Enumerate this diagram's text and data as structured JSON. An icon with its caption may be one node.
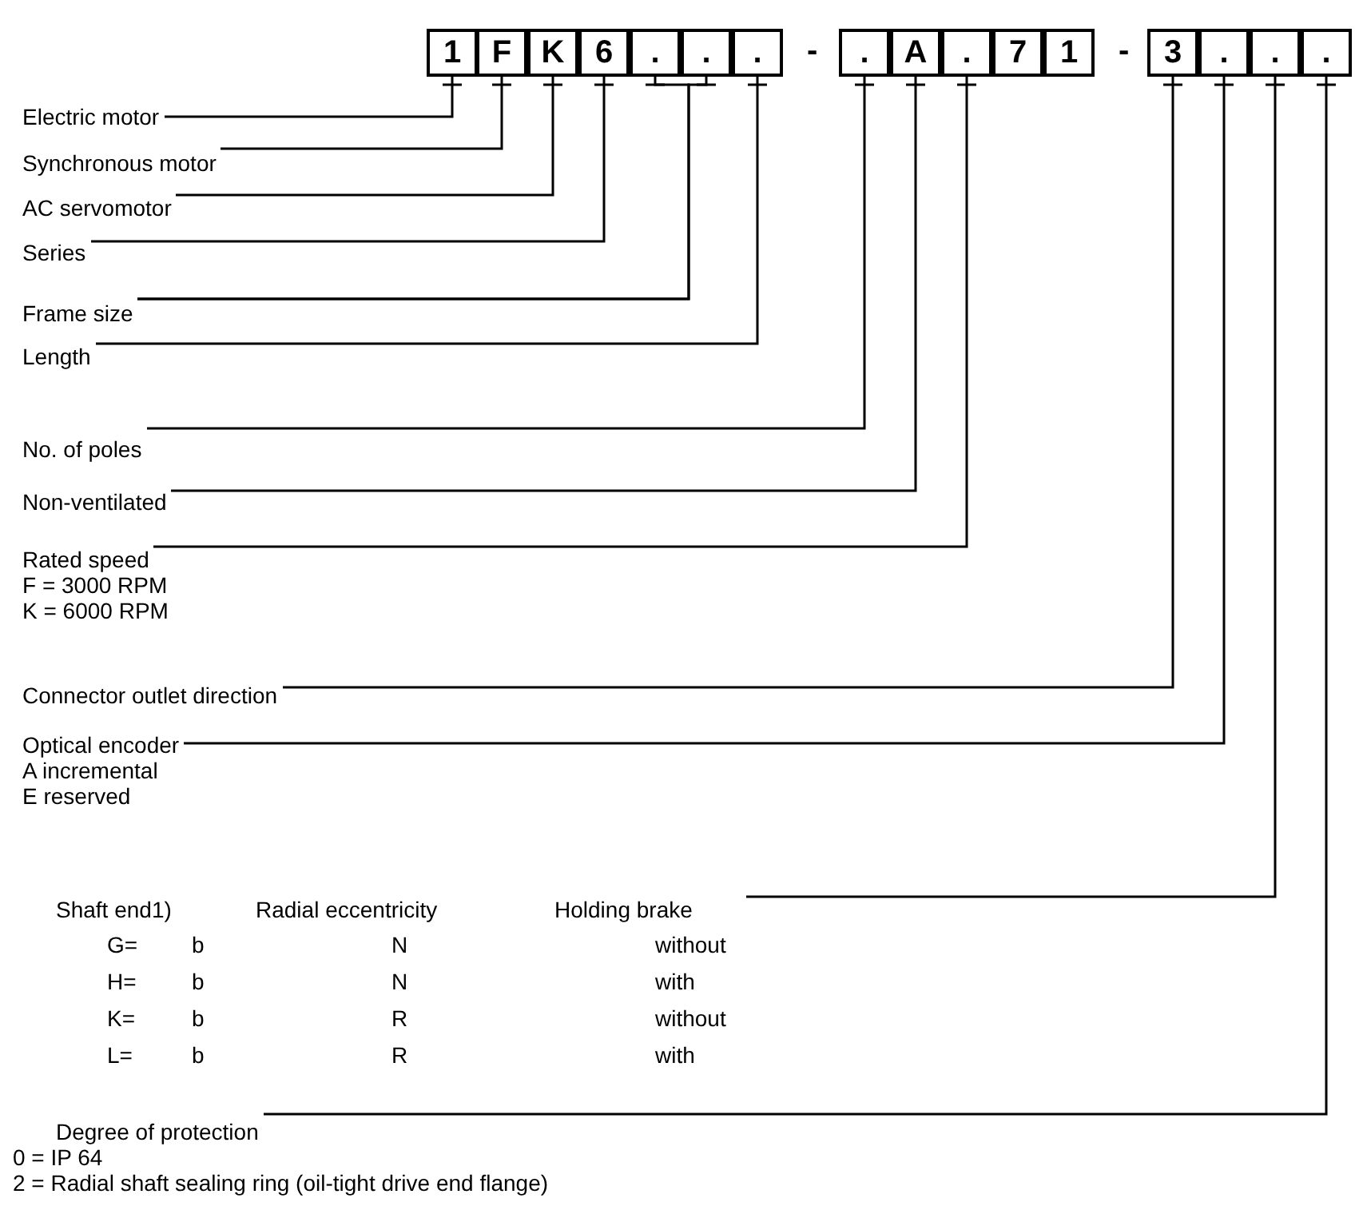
{
  "diagram": {
    "nodes": [
      {
        "text": [
          "1"
        ]
      },
      {
        "text": [
          "F"
        ]
      },
      {
        "text": [
          "K"
        ]
      },
      {
        "text": [
          "6"
        ]
      },
      {
        "text": [
          "."
        ]
      },
      {
        "text": [
          "."
        ]
      },
      {
        "text": [
          "."
        ]
      },
      {
        "text": [
          "."
        ]
      },
      {
        "text": [
          "A"
        ]
      },
      {
        "text": [
          "."
        ]
      },
      {
        "text": [
          "7"
        ]
      },
      {
        "text": [
          "1"
        ]
      },
      {
        "text": [
          "3"
        ]
      },
      {
        "text": [
          "."
        ]
      },
      {
        "text": [
          "."
        ]
      },
      {
        "text": [
          "."
        ]
      },
      {
        "text": [
          "Electric motor"
        ]
      },
      {
        "text": [
          "Synchronous motor"
        ]
      },
      {
        "text": [
          "AC servomotor"
        ]
      },
      {
        "text": [
          "Series"
        ]
      },
      {
        "text": [
          "Frame size"
        ]
      },
      {
        "text": [
          "Length"
        ]
      },
      {
        "text": [
          "No. of poles"
        ]
      },
      {
        "text": [
          "Non-ventilated"
        ]
      },
      {
        "text": [
          "Rated speed",
          "F = 3000 RPM",
          "K = 6000 RPM"
        ]
      },
      {
        "text": [
          "Connector outlet direction"
        ]
      },
      {
        "text": [
          "Optical encoder",
          "A incremental",
          "E reserved"
        ]
      },
      {
        "text": [
          "Shaft end1)",
          "Radial eccentricity",
          "Holding brake",
          "G=",
          "b",
          "N",
          "without",
          "H=",
          "b",
          "N",
          "with",
          "K=",
          "b",
          "R",
          "without",
          "L=",
          "b",
          "R",
          "with"
        ]
      },
      {
        "text": [
          "Degree of protection",
          "0 = IP 64",
          "2 = Radial shaft sealing ring (oil-tight drive end flange)"
        ]
      }
    ],
    "edges": [
      {
        "from": 16,
        "to": 0,
        "arrow": "none"
      },
      {
        "from": 17,
        "to": 1,
        "arrow": "none"
      },
      {
        "from": 18,
        "to": 2,
        "arrow": "none"
      },
      {
        "from": 19,
        "to": 3,
        "arrow": "none"
      },
      {
        "from": 20,
        "to": 4,
        "arrow": "none"
      },
      {
        "from": 20,
        "to": 5,
        "arrow": "none"
      },
      {
        "from": 21,
        "to": 6,
        "arrow": "none"
      },
      {
        "from": 22,
        "to": 7,
        "arrow": "none"
      },
      {
        "from": 23,
        "to": 8,
        "arrow": "none"
      },
      {
        "from": 24,
        "to": 9,
        "arrow": "none"
      },
      {
        "from": 25,
        "to": 12,
        "arrow": "none"
      },
      {
        "from": 26,
        "to": 13,
        "arrow": "none"
      },
      {
        "from": 27,
        "to": 14,
        "arrow": "none"
      },
      {
        "from": 28,
        "to": 15,
        "arrow": "none"
      }
    ],
    "labels": [
      "-",
      "-"
    ]
  }
}
